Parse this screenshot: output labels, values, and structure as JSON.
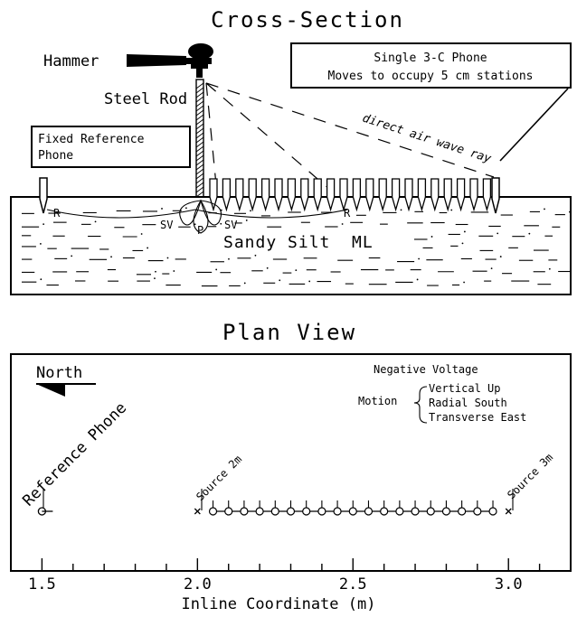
{
  "cross_section": {
    "title": "Cross-Section",
    "hammer_label": "Hammer",
    "rod_label": "Steel Rod",
    "phone_box": [
      "Single 3-C Phone",
      "Moves to occupy 5 cm stations"
    ],
    "ref_box": [
      "Fixed Reference",
      "Phone"
    ],
    "air_ray_label": "direct air wave ray",
    "soil_label": "Sandy Silt  ML",
    "wave_R_left": "R",
    "wave_R_right": "R",
    "wave_SV_left": "SV",
    "wave_SV_right": "SV",
    "wave_P": "P",
    "phone_count": 22
  },
  "plan_view": {
    "title": "Plan View",
    "north_label": "North",
    "reference_label": "Reference Phone",
    "source_2m_label": "Source 2m",
    "source_3m_label": "Source 3m",
    "polarity_title": "Negative Voltage",
    "motion_label": "Motion",
    "motion_items": [
      "Vertical Up",
      "Radial South",
      "Transverse East"
    ]
  },
  "axis": {
    "xlabel": "Inline Coordinate (m)",
    "range": [
      1.4,
      3.2
    ],
    "major_ticks": [
      1.5,
      2.0,
      2.5,
      3.0
    ],
    "major_tick_labels": [
      "1.5",
      "2.0",
      "2.5",
      "3.0"
    ],
    "minor_step": 0.1
  },
  "markers": {
    "reference_x": 1.5,
    "source_x": [
      2.0,
      3.0
    ],
    "stations": [
      2.05,
      2.1,
      2.15,
      2.2,
      2.25,
      2.3,
      2.35,
      2.4,
      2.45,
      2.5,
      2.55,
      2.6,
      2.65,
      2.7,
      2.75,
      2.8,
      2.85,
      2.9,
      2.95
    ]
  }
}
